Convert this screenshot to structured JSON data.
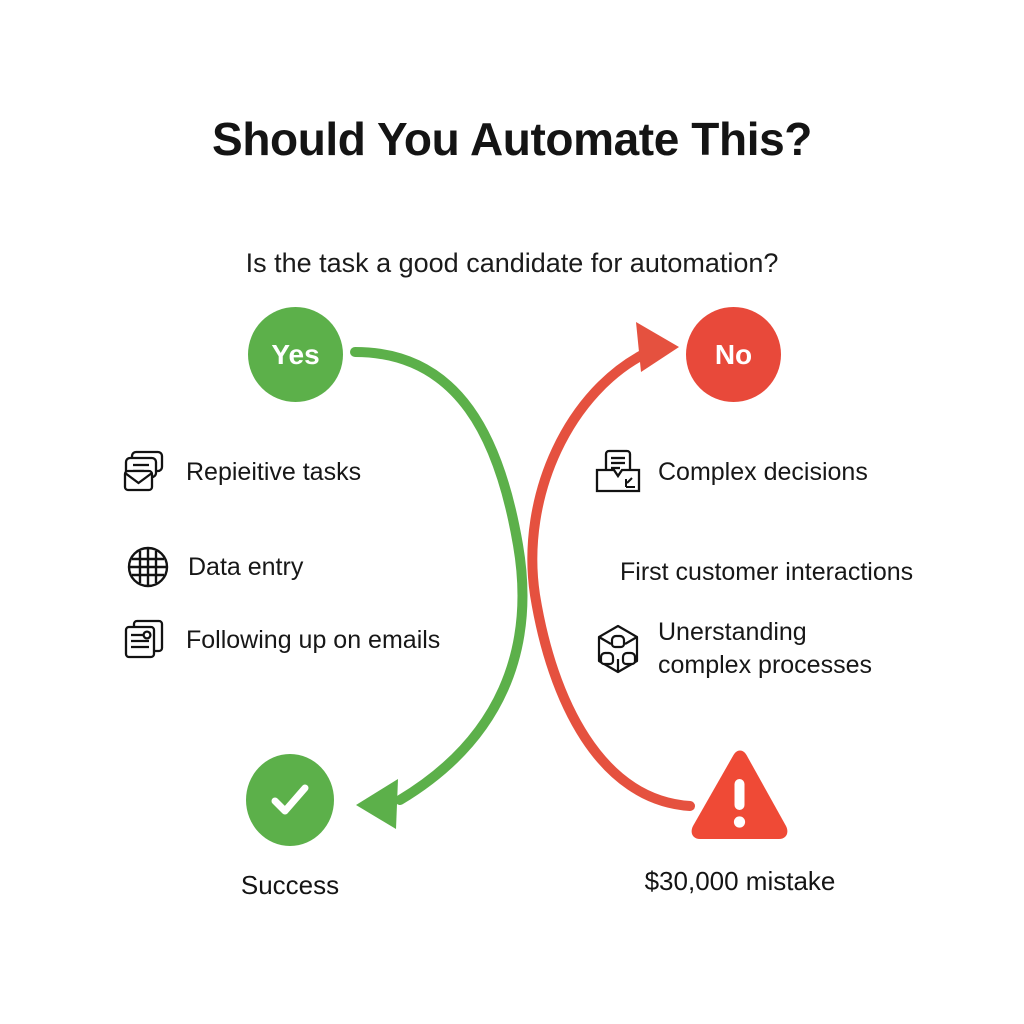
{
  "header": {
    "title": "Should You Automate This?",
    "subtitle": "Is the task a good candidate for automation?"
  },
  "decision": {
    "yes": {
      "label": "Yes",
      "color": "#5cb04a"
    },
    "no": {
      "label": "No",
      "color": "#e8493a"
    }
  },
  "columns": {
    "yes_branch": {
      "items": [
        {
          "label": "Repieitive tasks",
          "icon": "mail-stack-icon"
        },
        {
          "label": "Data entry",
          "icon": "globe-grid-icon"
        },
        {
          "label": "Following up on emails",
          "icon": "documents-stack-icon"
        }
      ]
    },
    "no_branch": {
      "items": [
        {
          "label": "Complex decisions",
          "icon": "document-tray-chart-icon"
        },
        {
          "label": "First customer interactions",
          "icon": ""
        },
        {
          "label": "Unerstanding\ncomplex processes",
          "icon": "puzzle-cube-icon"
        }
      ]
    }
  },
  "outcomes": {
    "success": {
      "label": "Success",
      "icon": "check-circle-icon",
      "color": "#5cb04a"
    },
    "mistake": {
      "label": "$30,000 mistake",
      "icon": "warning-triangle-icon",
      "color": "#ef4a36"
    }
  },
  "connectors": {
    "yes_to_success": {
      "color": "#5cb04a",
      "arrow": "left"
    },
    "mistake_to_no": {
      "color": "#e5513f",
      "arrow": "right"
    }
  }
}
